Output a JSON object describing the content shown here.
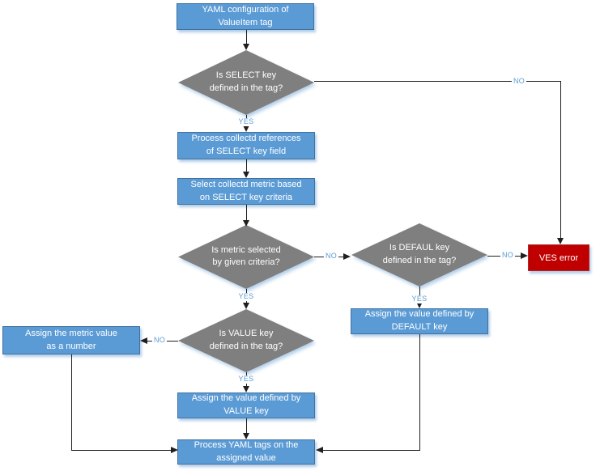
{
  "nodes": {
    "yaml_config": "YAML configuration of\nValueItem tag",
    "select_key_q": "Is SELECT key\ndefined in the tag?",
    "process_refs": "Process collectd references\nof SELECT key field",
    "select_metric": "Select collectd metric based\non SELECT key criteria",
    "metric_selected_q": "Is metric selected\nby given criteria?",
    "default_key_q": "Is DEFAUL key\ndefined in the tag?",
    "ves_error": "VES error",
    "assign_default": "Assign the value defined by\nDEFAULT key",
    "value_key_q": "Is VALUE key\ndefined in the tag?",
    "assign_metric_number": "Assign the metric value\nas a number",
    "assign_value": "Assign the value defined by\nVALUE key",
    "process_yaml_tags": "Process YAML tags on the\nassigned value"
  },
  "edge_labels": {
    "yes": "YES",
    "no": "NO"
  },
  "colors": {
    "process_fill": "#5b9bd5",
    "process_border": "#41719c",
    "decision_fill": "#7f7f7f",
    "error_fill": "#c00000",
    "error_border": "#ac2a2a",
    "connector": "#1f1f1f",
    "edge_label_text": "#5b9bd5",
    "shadow_glow": "#aecbe8"
  }
}
